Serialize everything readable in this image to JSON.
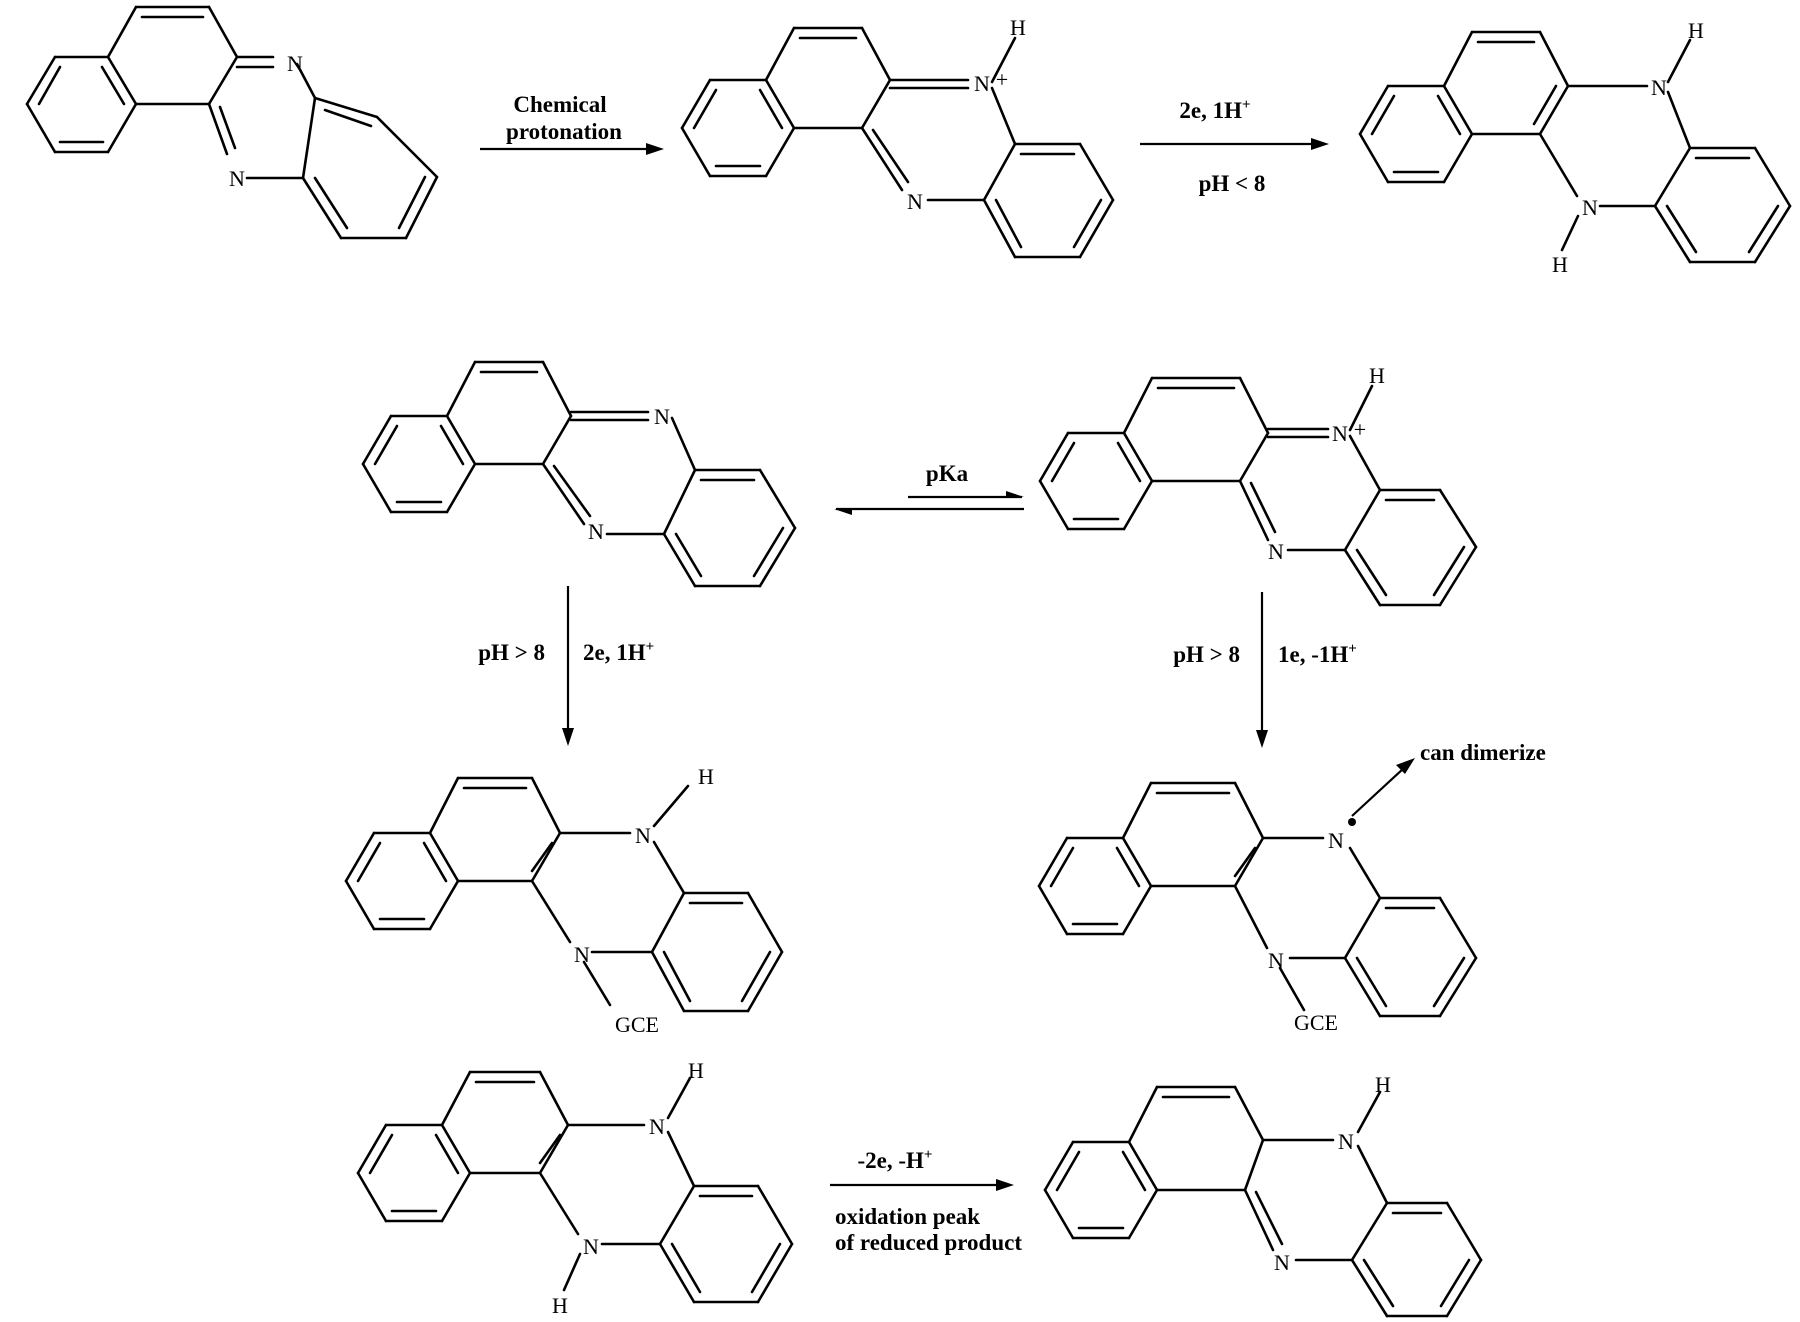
{
  "atoms": {
    "n": "N",
    "h": "H",
    "plus": "+",
    "gce": "GCE"
  },
  "labels": {
    "chemical": "Chemical",
    "protonation": "protonation",
    "step1_top": "2e, 1H",
    "step1_top_sup": "+",
    "step1_bottom": "pH < 8",
    "pka": "pKa",
    "left_ph": "pH > 8",
    "left_red": "2e, 1H",
    "left_red_sup": "+",
    "right_ph": "pH > 8",
    "right_red": "1e, -1H",
    "right_red_sup": "+",
    "dimerize": "can dimerize",
    "ox_top": "-2e, -H",
    "ox_top_sup": "+",
    "ox_line1": "oxidation peak",
    "ox_line2": "of reduced product"
  }
}
